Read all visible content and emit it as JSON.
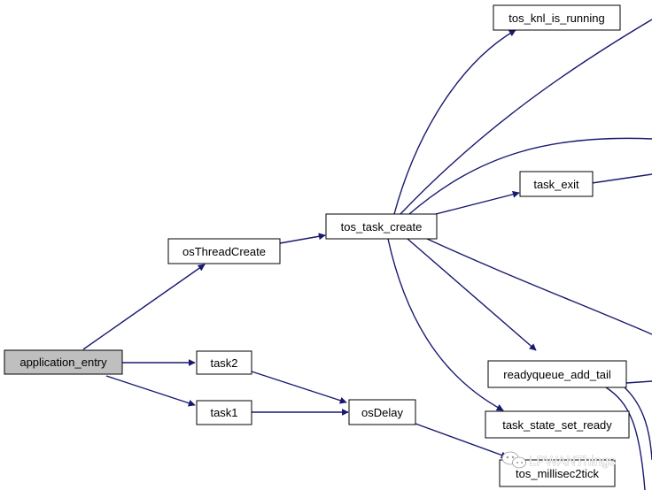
{
  "diagram": {
    "nodes": [
      {
        "id": "application_entry",
        "label": "application_entry",
        "highlight": true
      },
      {
        "id": "osThreadCreate",
        "label": "osThreadCreate"
      },
      {
        "id": "task2",
        "label": "task2"
      },
      {
        "id": "task1",
        "label": "task1"
      },
      {
        "id": "osDelay",
        "label": "osDelay"
      },
      {
        "id": "tos_task_create",
        "label": "tos_task_create"
      },
      {
        "id": "tos_knl_is_running",
        "label": "tos_knl_is_running"
      },
      {
        "id": "task_exit",
        "label": "task_exit"
      },
      {
        "id": "readyqueue_add_tail",
        "label": "readyqueue_add_tail"
      },
      {
        "id": "tos_task_state_set_ready",
        "label": "task_state_set_ready"
      },
      {
        "id": "tos_millisec2tick",
        "label": "tos_millisec2tick"
      }
    ],
    "edges": [
      {
        "from": "application_entry",
        "to": "osThreadCreate"
      },
      {
        "from": "application_entry",
        "to": "task2"
      },
      {
        "from": "application_entry",
        "to": "task1"
      },
      {
        "from": "task2",
        "to": "osDelay"
      },
      {
        "from": "task1",
        "to": "osDelay"
      },
      {
        "from": "osDelay",
        "to": "tos_millisec2tick"
      },
      {
        "from": "osThreadCreate",
        "to": "tos_task_create"
      },
      {
        "from": "tos_task_create",
        "to": "tos_knl_is_running"
      },
      {
        "from": "tos_task_create",
        "to": "task_exit"
      },
      {
        "from": "tos_task_create",
        "to": "readyqueue_add_tail"
      },
      {
        "from": "tos_task_create",
        "to": "tos_task_state_set_ready"
      }
    ],
    "colors": {
      "edge": "#191970",
      "node_border": "#000000",
      "root_fill": "#bfbfbf",
      "node_fill": "#ffffff"
    }
  },
  "watermark": {
    "text": "LPWANThings",
    "icon": "wechat-icon"
  }
}
